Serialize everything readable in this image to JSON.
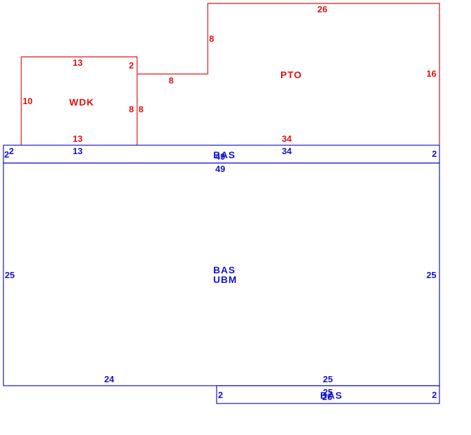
{
  "colors": {
    "wdk_pto": "#e01010",
    "bas": "#1414c8",
    "background": "#ffffff"
  },
  "areas": {
    "wdk": {
      "code": "WDK",
      "dims": {
        "top": "13",
        "left": "10",
        "right_top": "2",
        "right": "8",
        "bottom": "13"
      }
    },
    "pto": {
      "code": "PTO",
      "dims": {
        "top": "26",
        "left_upper": "8",
        "step": "8",
        "left_lower": "8",
        "right": "16",
        "bottom": "34"
      }
    },
    "bas_strip": {
      "code": "BAS",
      "dims": {
        "left": "2",
        "left_inner": "2",
        "top_left": "13",
        "top_right": "34",
        "top_mid": "49",
        "right": "2"
      }
    },
    "bas_main": {
      "code": "BAS",
      "code2": "UBM",
      "dims": {
        "top": "49",
        "left": "25",
        "right": "25",
        "bottom_left": "24",
        "bottom_right": "25"
      }
    },
    "bas_bottom": {
      "code": "BAS",
      "dims": {
        "top": "25",
        "top_mid": "25",
        "bottom_mid": "26",
        "left": "2",
        "right": "2"
      }
    }
  }
}
